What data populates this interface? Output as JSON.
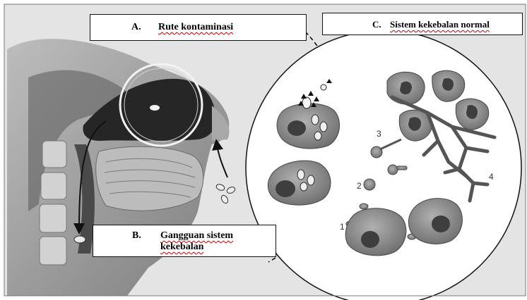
{
  "labels": {
    "a": {
      "letter": "A.",
      "title": "Rute kontaminasi"
    },
    "b": {
      "letter": "B.",
      "title": "Gangguan sistem kekebalan"
    },
    "c": {
      "letter": "C.",
      "title": "Sistem kekebalan normal"
    }
  },
  "markers": [
    "1",
    "2",
    "3",
    "4"
  ],
  "colors": {
    "background": "#e4e4e4",
    "head_tissue": "#9a9a9a",
    "cavity": "#2a2a2a",
    "cell_fill": "#8d8d8d",
    "nucleus": "#3e3e3e",
    "label_underline": "#c00000"
  }
}
